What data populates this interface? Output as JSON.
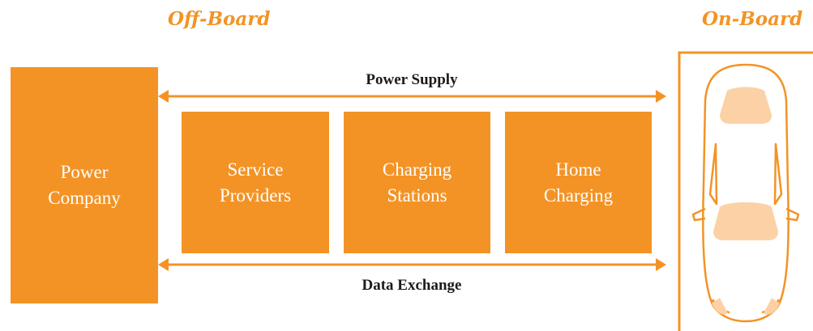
{
  "headings": {
    "off_board": "Off-Board",
    "on_board": "On-Board"
  },
  "boxes": {
    "power_company": {
      "line1": "Power",
      "line2": "Company"
    },
    "service_providers": {
      "line1": "Service",
      "line2": "Providers"
    },
    "charging_stations": {
      "line1": "Charging",
      "line2": "Stations"
    },
    "home_charging": {
      "line1": "Home",
      "line2": "Charging"
    }
  },
  "flows": {
    "power_supply": "Power Supply",
    "data_exchange": "Data Exchange"
  },
  "colors": {
    "accent": "#f39325",
    "car_fill": "#fcd1a6",
    "text_dark": "#1b1b1b"
  },
  "icons": [
    "car-top-view-icon"
  ]
}
